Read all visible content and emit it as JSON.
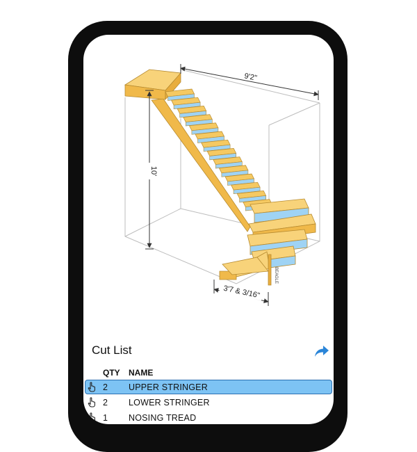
{
  "drawing": {
    "width_label": "9'2\"",
    "height_label": "10'",
    "landing_label": "3'7 & 3/16\"",
    "tag_label": "BEAGLE"
  },
  "cut_list": {
    "title": "Cut List",
    "share_icon": "share-arrow-icon",
    "columns": {
      "qty": "QTY",
      "name": "NAME"
    },
    "rows": [
      {
        "qty": "2",
        "name": "UPPER STRINGER",
        "selected": true
      },
      {
        "qty": "2",
        "name": "LOWER STRINGER",
        "selected": false
      },
      {
        "qty": "1",
        "name": "NOSING TREAD",
        "selected": false
      }
    ]
  },
  "colors": {
    "wood": "#f5c962",
    "riser": "#9fd3f4",
    "highlight": "#7dc3f4",
    "accent": "#2a85d8"
  }
}
